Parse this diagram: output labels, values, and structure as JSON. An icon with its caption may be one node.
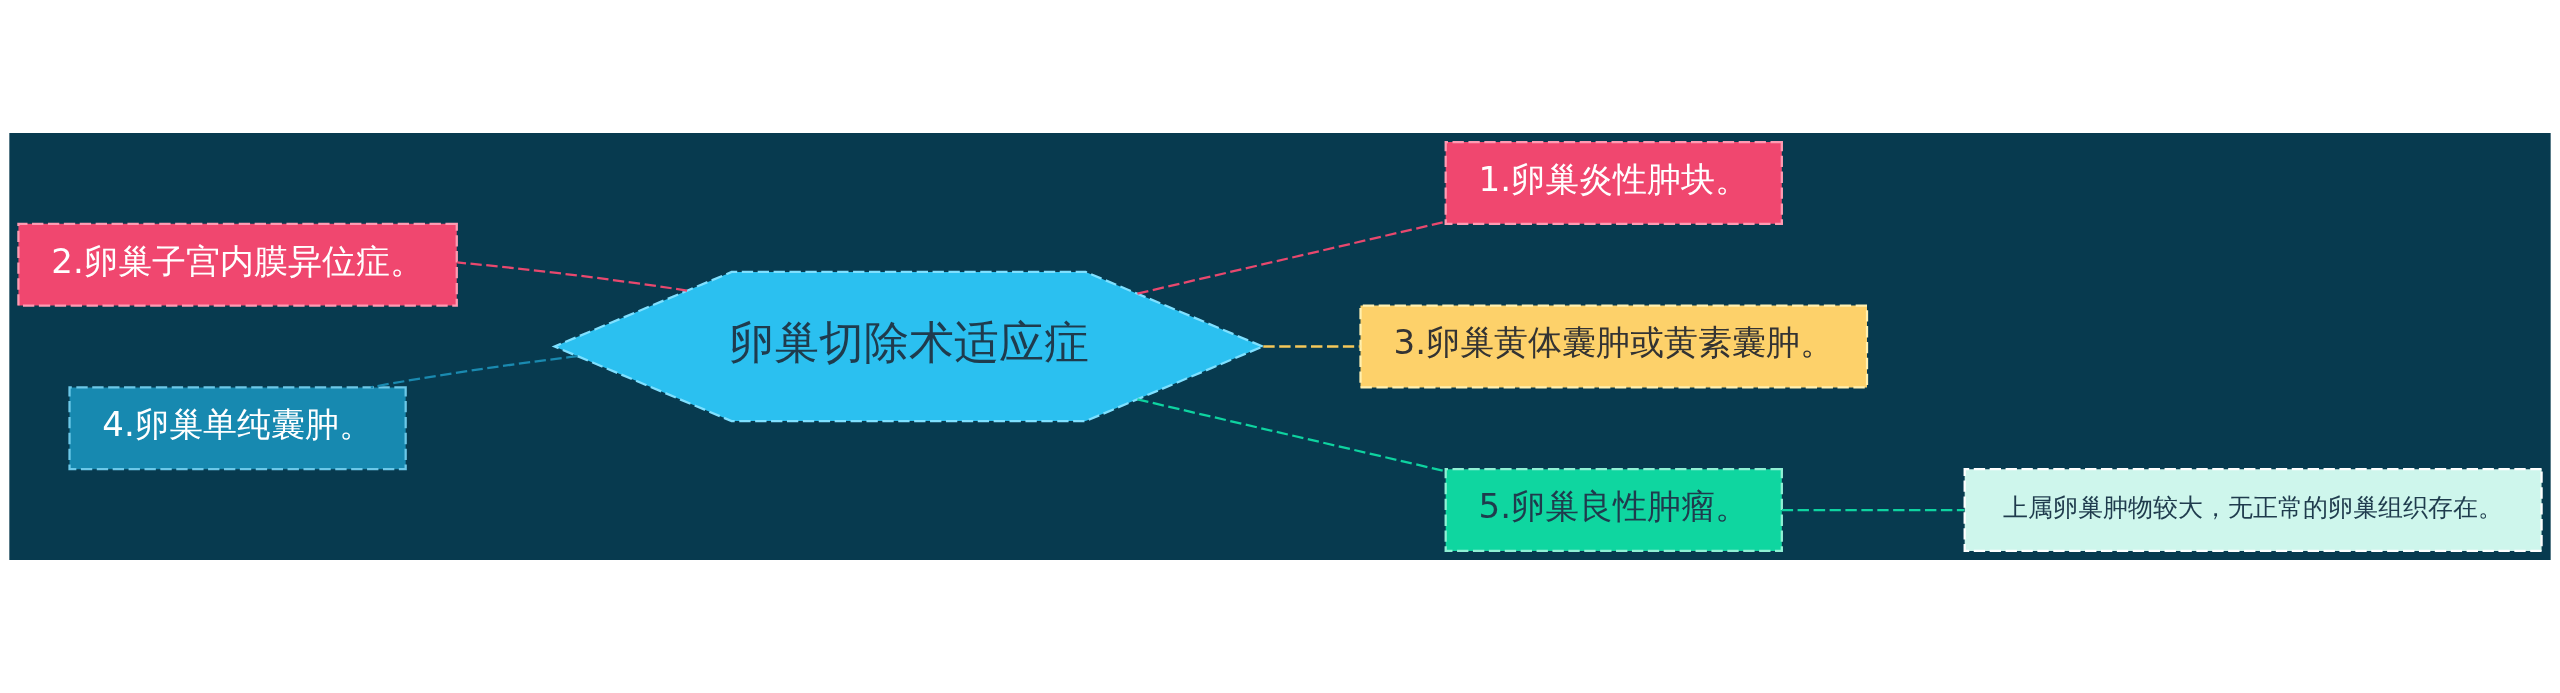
{
  "diagram": {
    "nodes": [
      {
        "text": [
          "卵巢切除术适应症"
        ]
      },
      {
        "text": [
          "1.卵巢炎性肿块。"
        ]
      },
      {
        "text": [
          "2.卵巢子宫内膜异位症。"
        ]
      },
      {
        "text": [
          "3.卵巢黄体囊肿或黄素囊肿。"
        ]
      },
      {
        "text": [
          "4.卵巢单纯囊肿。"
        ]
      },
      {
        "text": [
          "5.卵巢良性肿瘤。"
        ]
      },
      {
        "text": [
          "上属卵巢肿物较大，无正常的卵巢组织存在。"
        ]
      }
    ],
    "edges": [
      {
        "from": 0,
        "to": 1,
        "arrow": "none",
        "style": "dashed",
        "color": "#e8486e"
      },
      {
        "from": 0,
        "to": 2,
        "arrow": "none",
        "style": "dashed",
        "color": "#e8486e"
      },
      {
        "from": 0,
        "to": 3,
        "arrow": "none",
        "style": "dashed",
        "color": "#f5c85a"
      },
      {
        "from": 0,
        "to": 4,
        "arrow": "none",
        "style": "dashed",
        "color": "#1a8ab0"
      },
      {
        "from": 0,
        "to": 5,
        "arrow": "none",
        "style": "dashed",
        "color": "#0ed3a0"
      },
      {
        "from": 5,
        "to": 6,
        "arrow": "none",
        "style": "dashed",
        "color": "#0ed3a0"
      }
    ]
  }
}
